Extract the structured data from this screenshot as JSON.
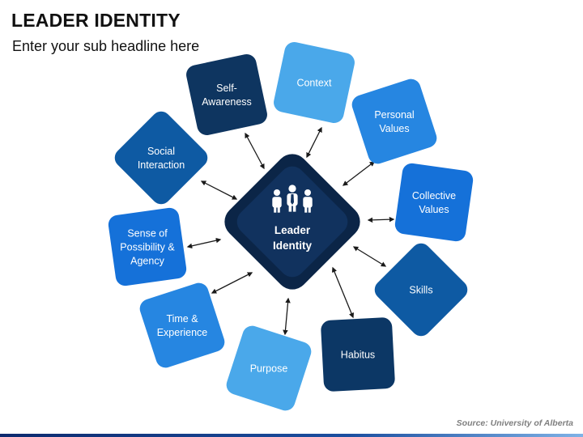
{
  "header": {
    "title": "LEADER IDENTITY",
    "subtitle": "Enter your sub headline here"
  },
  "center": {
    "lines": [
      "Leader",
      "Identity"
    ],
    "icon": "people-group-icon"
  },
  "nodes": [
    {
      "id": "self-awareness",
      "lines": [
        "Self-",
        "Awareness"
      ],
      "color": "#0e3560"
    },
    {
      "id": "context",
      "lines": [
        "Context"
      ],
      "color": "#4aa8ea"
    },
    {
      "id": "personal-values",
      "lines": [
        "Personal",
        "Values"
      ],
      "color": "#2686e1"
    },
    {
      "id": "collective-values",
      "lines": [
        "Collective",
        "Values"
      ],
      "color": "#1571d9"
    },
    {
      "id": "skills",
      "lines": [
        "Skills"
      ],
      "color": "#0e5aa3"
    },
    {
      "id": "habitus",
      "lines": [
        "Habitus"
      ],
      "color": "#0c3765"
    },
    {
      "id": "purpose",
      "lines": [
        "Purpose"
      ],
      "color": "#4aa8ea"
    },
    {
      "id": "time-experience",
      "lines": [
        "Time &",
        "Experience"
      ],
      "color": "#2686e1"
    },
    {
      "id": "sense-of-possibility-agency",
      "lines": [
        "Sense of",
        "Possibility &",
        "Agency"
      ],
      "color": "#1571d9"
    },
    {
      "id": "social-interaction",
      "lines": [
        "Social",
        "Interaction"
      ],
      "color": "#0e5aa3"
    }
  ],
  "colors": {
    "center_outer": "#0b2547",
    "center_inner": "#11325e",
    "arrow": "#1a1a1a"
  },
  "source": "Source: University of Alberta"
}
